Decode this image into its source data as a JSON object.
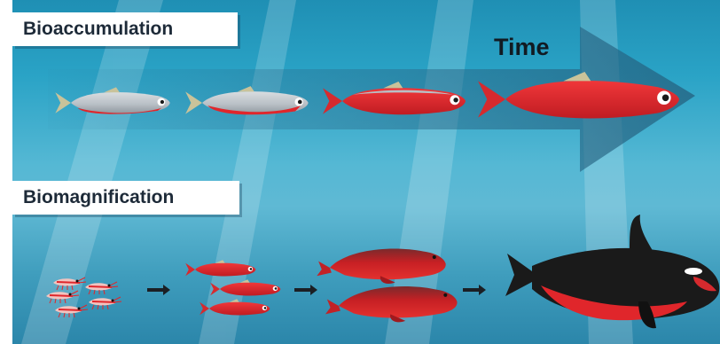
{
  "labels": {
    "top_section": "Bioaccumulation",
    "bottom_section": "Biomagnification",
    "arrow": "Time"
  },
  "colors": {
    "contaminant_red": "#e0262b",
    "water_top": "#1f8fb4",
    "water_mid": "#5fb9d4",
    "label_box": "#ffffff",
    "orca_black": "#1a1a1a"
  },
  "bioaccumulation": {
    "organism": "fish",
    "stages": [
      {
        "contamination_level": 0.15
      },
      {
        "contamination_level": 0.3
      },
      {
        "contamination_level": 0.7
      },
      {
        "contamination_level": 1.0
      }
    ]
  },
  "biomagnification": {
    "food_chain": [
      {
        "organism": "krill",
        "count": 5
      },
      {
        "organism": "fish",
        "count": 3
      },
      {
        "organism": "seal",
        "count": 2
      },
      {
        "organism": "orca",
        "count": 1
      }
    ],
    "arrow_icons": [
      "right-arrow-icon",
      "right-arrow-icon",
      "right-arrow-icon"
    ]
  }
}
